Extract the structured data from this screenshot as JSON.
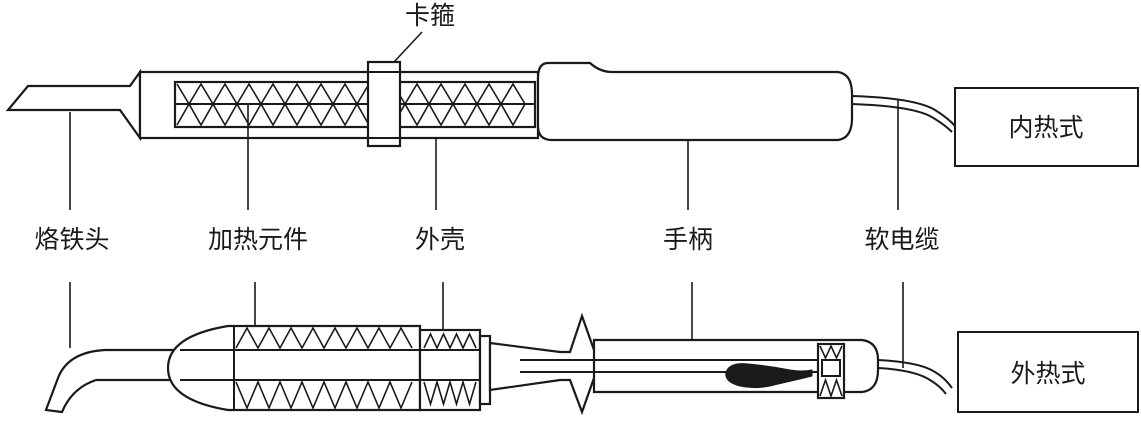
{
  "diagram": {
    "labels": {
      "clamp": "卡箍",
      "tip": "烙铁头",
      "heater": "加热元件",
      "shell": "外壳",
      "handle": "手柄",
      "cable": "软电缆"
    },
    "types": {
      "internal": "内热式",
      "external": "外热式"
    }
  }
}
